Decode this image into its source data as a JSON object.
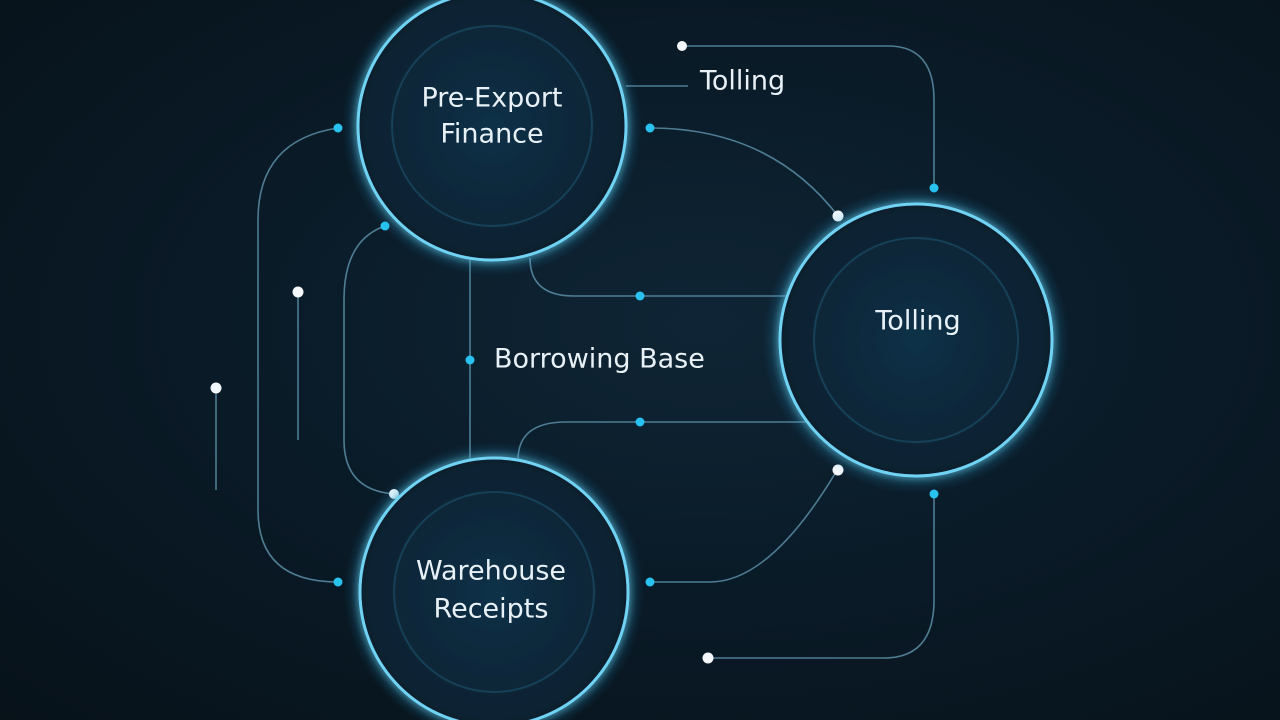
{
  "diagram": {
    "nodes": [
      {
        "id": "pre-export-finance",
        "lines": [
          "Pre-Export",
          "Finance"
        ]
      },
      {
        "id": "tolling",
        "lines": [
          "Tolling"
        ]
      },
      {
        "id": "warehouse-receipts",
        "lines": [
          "Warehouse",
          "Receipts"
        ]
      }
    ],
    "labels": {
      "tolling_top": "Tolling",
      "borrowing_base": "Borrowing Base"
    },
    "colors": {
      "background": "#0a1b28",
      "ring": "#6fd3f3",
      "glow": "#1fa8e0",
      "connector": "#5b8ea6",
      "dot_accent": "#27c2f0",
      "dot_white": "#f4f8fb",
      "text": "#e8f1f6"
    }
  }
}
